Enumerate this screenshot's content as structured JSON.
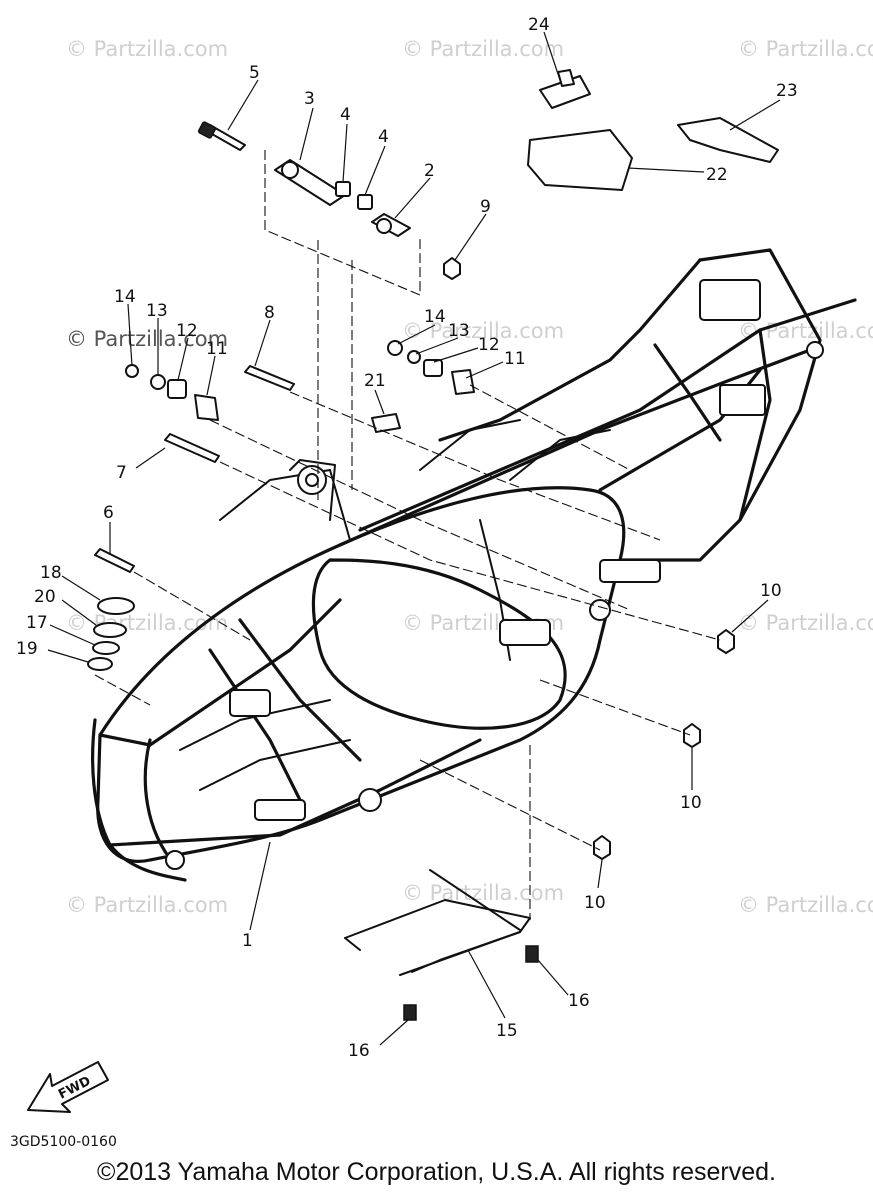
{
  "watermarks": [
    "© Partzilla.com",
    "© Partzilla.com",
    "© Partzilla.com",
    "© Partzilla.com",
    "© Partzilla.com",
    "© Partzilla.com",
    "© Partzilla.com",
    "© Partzilla.com",
    "© Partzilla.com",
    "© Partzilla.com",
    "© Partzilla.com"
  ],
  "callouts": {
    "p1": "1",
    "p2": "2",
    "p3": "3",
    "p4a": "4",
    "p4b": "4",
    "p5": "5",
    "p6": "6",
    "p7": "7",
    "p8": "8",
    "p9": "9",
    "p10a": "10",
    "p10b": "10",
    "p10c": "10",
    "p11a": "11",
    "p11b": "11",
    "p12a": "12",
    "p12b": "12",
    "p13a": "13",
    "p13b": "13",
    "p14a": "14",
    "p14b": "14",
    "p15": "15",
    "p16a": "16",
    "p16b": "16",
    "p17": "17",
    "p18": "18",
    "p19": "19",
    "p20": "20",
    "p21": "21",
    "p22": "22",
    "p23": "23",
    "p24": "24"
  },
  "fwd_label": "FWD",
  "diagram_code": "3GD5100-0160",
  "copyright": "©2013 Yamaha Motor Corporation, U.S.A. All rights reserved."
}
